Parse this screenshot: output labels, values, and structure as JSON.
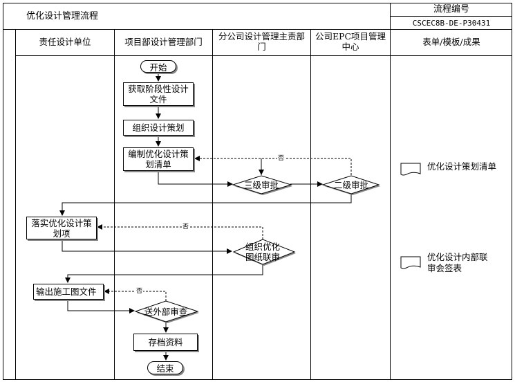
{
  "header": {
    "title": "优化设计管理流程",
    "process_no_label": "流程编号",
    "process_no": "CSCEC8B-DE-P30431"
  },
  "columns": [
    "责任设计单位",
    "项目部设计管理部门",
    "分公司设计管理主责部门",
    "公司EPC项目管理中心",
    "表单/模板/成果"
  ],
  "nodes": {
    "start": "开始",
    "obtain_docs": "获取阶段性设计文件",
    "organize_plan": "组织设计策划",
    "compile_list": "编制优化设计策划清单",
    "level3_approval": "三级审批",
    "level2_approval": "二级审批",
    "implement_items": "落实优化设计策划项",
    "joint_review": "组织优化图纸联审",
    "output_drawings": "输出施工图文件",
    "external_review": "送外部审查",
    "archive": "存档资料",
    "end": "结束"
  },
  "reject_label": "否",
  "documents": [
    "优化设计策划清单",
    "优化设计内部联审会签表"
  ]
}
